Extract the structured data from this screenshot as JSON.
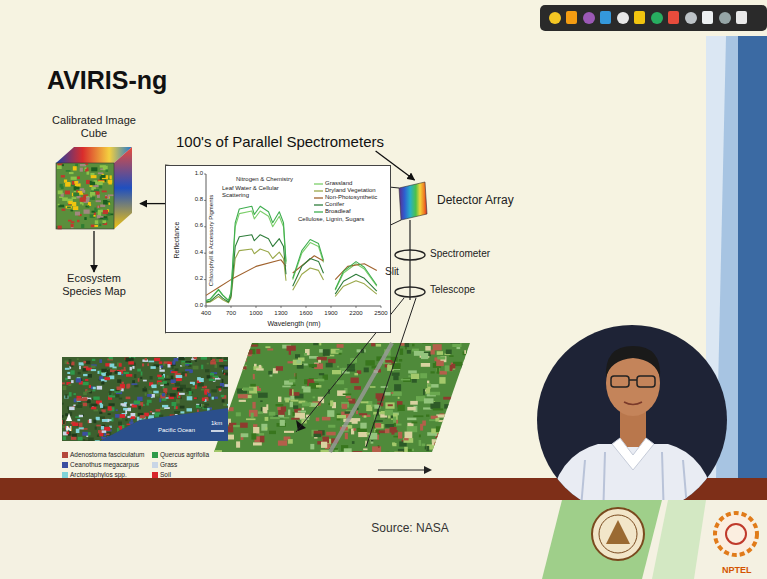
{
  "diagram": {
    "title": "AVIRIS-ng",
    "nodes": [
      {
        "text": [
          "Calibrated Image Cube"
        ]
      },
      {
        "text": [
          "100's of Parallel Spectrometers"
        ]
      },
      {
        "text": [
          "Nitrogen & Chemistry",
          "Leaf Water & Cellular Scattering",
          "Chlorophyll & Accessory Pigments",
          "Cellulose, Lignin, Sugars",
          "Reflectance",
          "Wavelength (nm)"
        ]
      },
      {
        "text": [
          "Detector Array"
        ]
      },
      {
        "text": [
          "Ecosystem Species Map"
        ]
      }
    ],
    "edges": [
      {
        "from": 2,
        "to": 0,
        "arrow": "to"
      },
      {
        "from": 0,
        "to": 4,
        "arrow": "to"
      },
      {
        "from": 1,
        "to": 3,
        "arrow": "to"
      }
    ],
    "labels": [
      "1.0",
      "0.8",
      "0.6",
      "0.4",
      "0.2",
      "0.0",
      "400",
      "700",
      "1000",
      "1300",
      "1600",
      "1900",
      "2200",
      "2500",
      "Spectrometer",
      "Slit",
      "Telescope",
      "N",
      "Pacific Ocean",
      "1km",
      "Source: NASA",
      "NPTEL"
    ],
    "legend": [
      {
        "text": "Grassland"
      },
      {
        "text": "Dryland Vegetation"
      },
      {
        "text": "Non-Photosynthetic"
      },
      {
        "text": "Conifer"
      },
      {
        "text": "Broadleaf"
      },
      {
        "text": "Adenostoma fasciculatum",
        "color": "#b5473a"
      },
      {
        "text": "Ceanothus megacarpus",
        "color": "#3b4fa0"
      },
      {
        "text": "Arctostaphylos spp.",
        "color": "#7fd3d8"
      },
      {
        "text": "Quercus agrifolia",
        "color": "#2e9a4a"
      },
      {
        "text": "Grass",
        "color": "#c9d6e6"
      },
      {
        "text": "Soil",
        "color": "#d8262b"
      }
    ]
  }
}
